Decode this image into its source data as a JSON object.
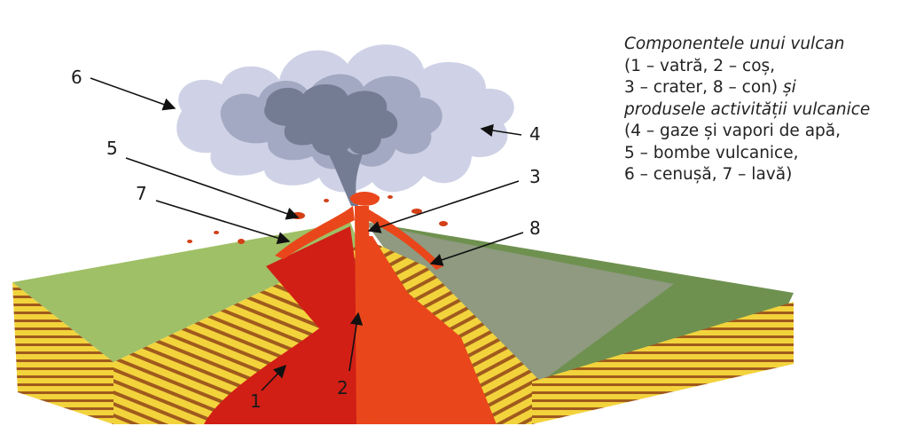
{
  "diagram": {
    "labels": {
      "1": "1",
      "2": "2",
      "3": "3",
      "4": "4",
      "5": "5",
      "6": "6",
      "7": "7",
      "8": "8"
    }
  },
  "caption": {
    "line1": "Componentele unui vulcan",
    "line2": "(1 – vatră, 2 – coș,",
    "line3a": "3 – crater, 8 – con)",
    "line3b": " și",
    "line4": "produsele activității vulcanice",
    "line5": "(4 – gaze și vapori de apă,",
    "line6": "5 – bombe vulcanice,",
    "line7": "6 – cenușă, 7 – lavă)"
  },
  "colors": {
    "sky_bg": "#ffffff",
    "cloud_light": "#cfd2e6",
    "cloud_mid": "#a3a9c2",
    "cloud_dark": "#747c94",
    "lava": "#e9471b",
    "magma": "#d11f16",
    "strata_yellow": "#f2d33c",
    "strata_brown": "#a05a1d",
    "grass_left": "#9fc066",
    "grass_right": "#6f9150",
    "slope_grey": "#8f9a80"
  }
}
